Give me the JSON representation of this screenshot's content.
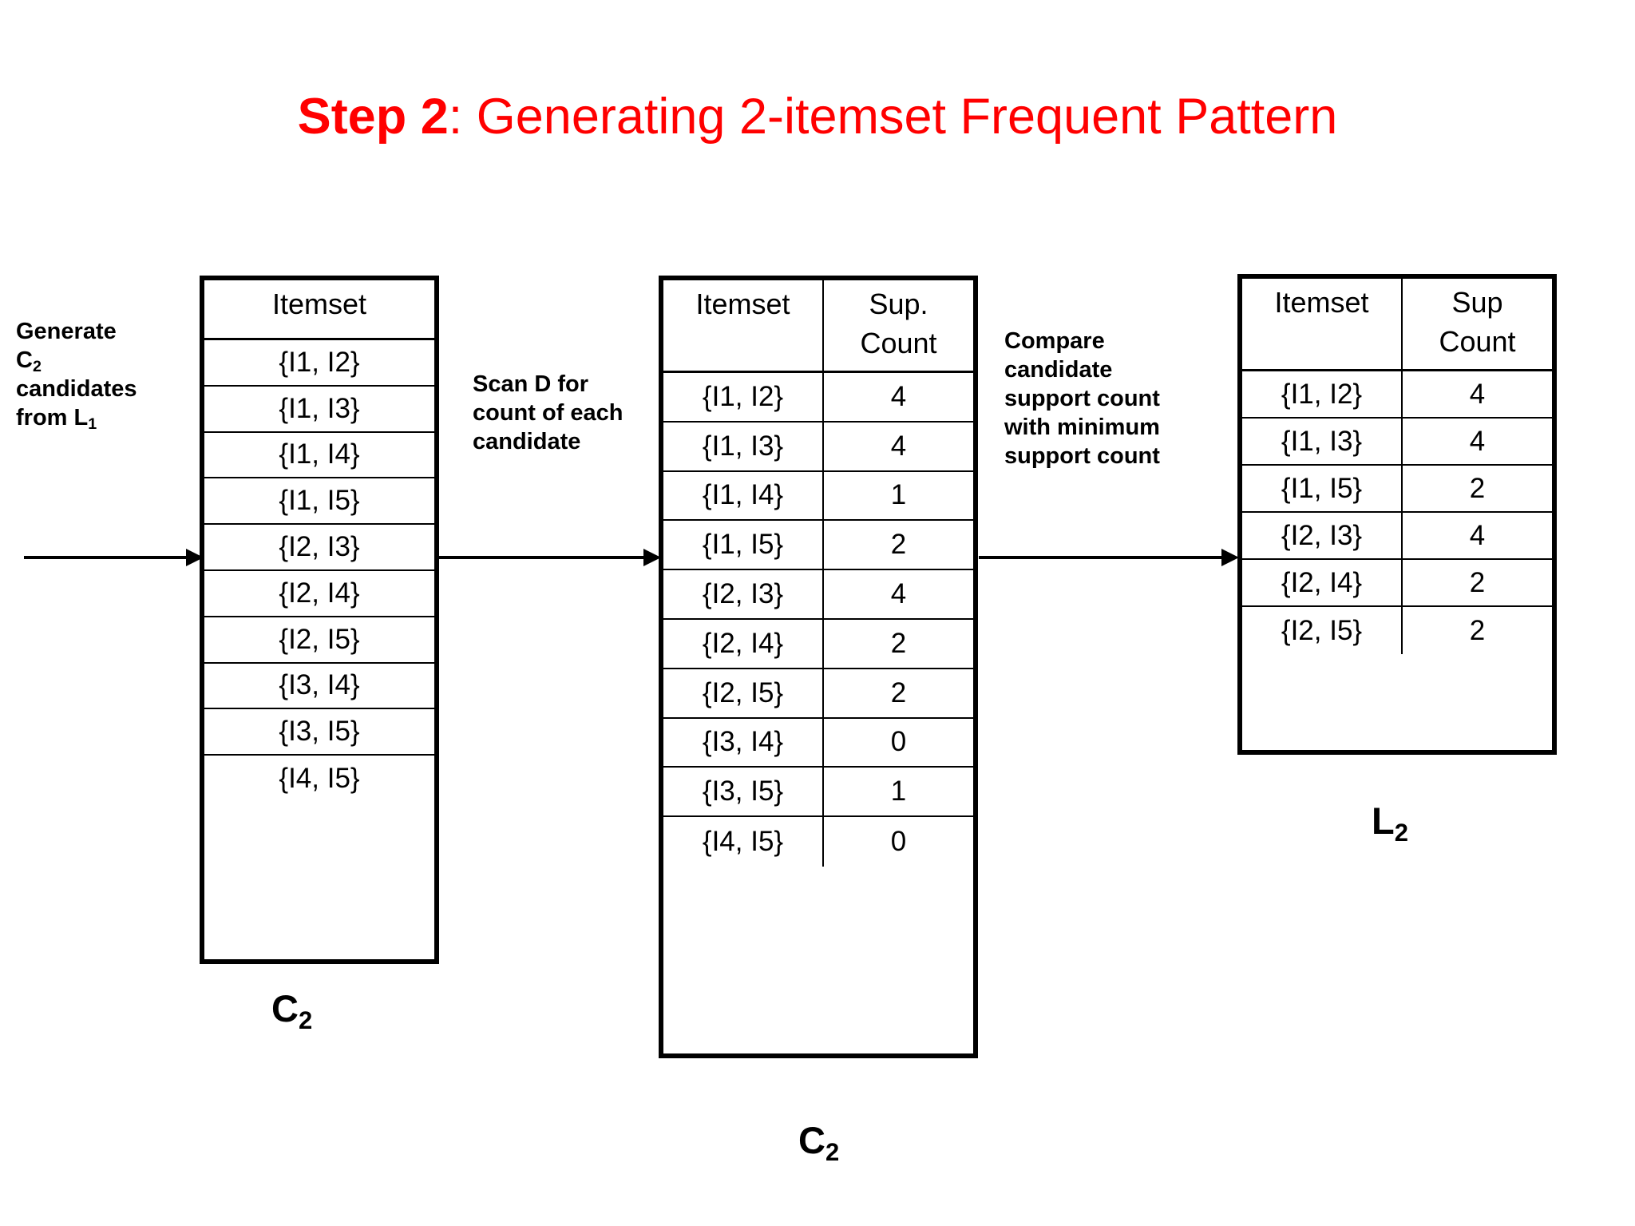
{
  "title": {
    "emphasis": "Step 2",
    "rest": ": Generating 2-itemset Frequent Pattern",
    "color": "#ff0000"
  },
  "annotations": {
    "generate": "Generate\nC₂\ncandidates\nfrom L₁",
    "generate_lines": [
      "Generate",
      "C2",
      "candidates",
      "from L1"
    ],
    "scan": "Scan D for count of each candidate",
    "compare": "Compare candidate support count with minimum support count"
  },
  "tables": {
    "c2_candidates": {
      "caption": "C2",
      "caption_base": "C",
      "caption_sub": "2",
      "headers": [
        "Itemset"
      ],
      "rows": [
        [
          "{I1, I2}"
        ],
        [
          "{I1, I3}"
        ],
        [
          "{I1, I4}"
        ],
        [
          "{I1, I5}"
        ],
        [
          "{I2, I3}"
        ],
        [
          "{I2, I4}"
        ],
        [
          "{I2, I5}"
        ],
        [
          "{I3, I4}"
        ],
        [
          "{I3, I5}"
        ],
        [
          "{I4, I5}"
        ]
      ]
    },
    "c2_counts": {
      "caption": "C2",
      "caption_base": "C",
      "caption_sub": "2",
      "headers": [
        "Itemset",
        "Sup.\nCount"
      ],
      "rows": [
        [
          "{I1, I2}",
          "4"
        ],
        [
          "{I1, I3}",
          "4"
        ],
        [
          "{I1, I4}",
          "1"
        ],
        [
          "{I1, I5}",
          "2"
        ],
        [
          "{I2, I3}",
          "4"
        ],
        [
          "{I2, I4}",
          "2"
        ],
        [
          "{I2, I5}",
          "2"
        ],
        [
          "{I3, I4}",
          "0"
        ],
        [
          "{I3, I5}",
          "1"
        ],
        [
          "{I4, I5}",
          "0"
        ]
      ]
    },
    "l2": {
      "caption": "L2",
      "caption_base": "L",
      "caption_sub": "2",
      "headers": [
        "Itemset",
        "Sup\nCount"
      ],
      "rows": [
        [
          "{I1, I2}",
          "4"
        ],
        [
          "{I1, I3}",
          "4"
        ],
        [
          "{I1, I5}",
          "2"
        ],
        [
          "{I2, I3}",
          "4"
        ],
        [
          "{I2, I4}",
          "2"
        ],
        [
          "{I2, I5}",
          "2"
        ]
      ]
    }
  }
}
